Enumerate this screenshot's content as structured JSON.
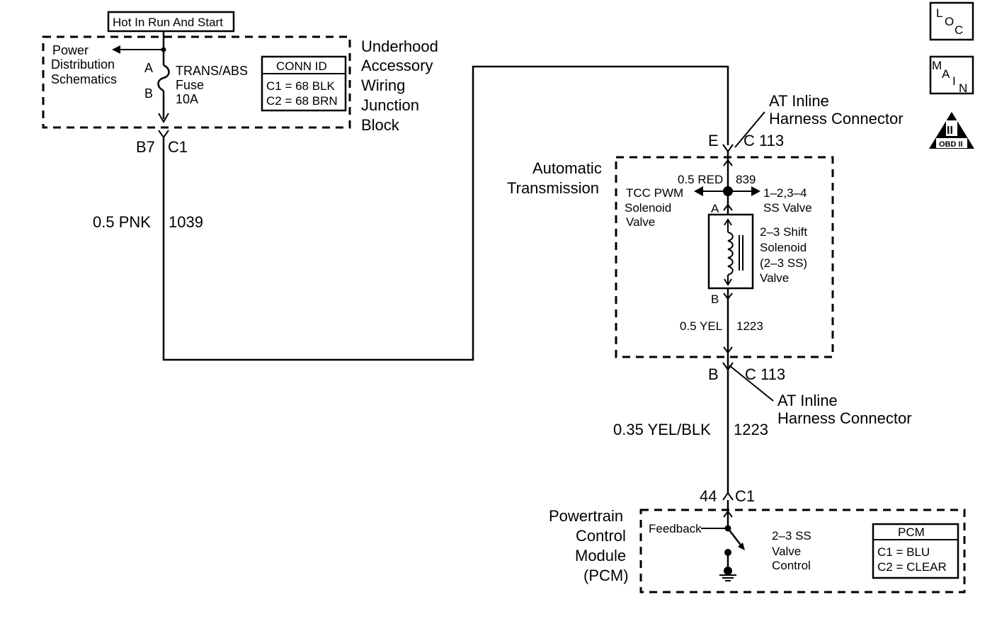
{
  "header": {
    "hot_in_run_and_start": "Hot In Run And Start"
  },
  "junction_block": {
    "power_distribution": [
      "Power",
      "Distribution",
      "Schematics"
    ],
    "terminal_a": "A",
    "terminal_b": "B",
    "fuse": [
      "TRANS/ABS",
      "Fuse",
      "10A"
    ],
    "conn_id": {
      "title": "CONN ID",
      "rows": [
        "C1 =  68 BLK",
        "C2 =  68 BRN"
      ]
    },
    "name": [
      "Underhood",
      "Accessory",
      "Wiring",
      "Junction",
      "Block"
    ]
  },
  "connector_b7": {
    "pin": "B7",
    "conn": "C1"
  },
  "wire_1039": {
    "size_color": "0.5 PNK",
    "circuit": "1039"
  },
  "connector_top": {
    "pin": "E",
    "conn": "C 113",
    "name": [
      "AT Inline",
      "Harness Connector"
    ]
  },
  "transmission": {
    "name": [
      "Automatic",
      "Transmission"
    ],
    "wire_839": {
      "size_color": "0.5 RED",
      "circuit": "839"
    },
    "tcc": [
      "TCC PWM",
      "Solenoid",
      "Valve"
    ],
    "ss_valve": [
      "1–2,3–4",
      "SS Valve"
    ],
    "pin_a": "A",
    "pin_b": "B",
    "shift_solenoid": [
      "2–3 Shift",
      "Solenoid",
      "(2–3 SS)",
      "Valve"
    ],
    "wire_1223_inner": {
      "size_color": "0.5 YEL",
      "circuit": "1223"
    }
  },
  "connector_bottom": {
    "pin": "B",
    "conn": "C 113",
    "name": [
      "AT Inline",
      "Harness Connector"
    ]
  },
  "wire_1223": {
    "size_color": "0.35 YEL/BLK",
    "circuit": "1223"
  },
  "connector_44": {
    "pin": "44",
    "conn": "C1"
  },
  "pcm": {
    "name": [
      "Powertrain",
      "Control",
      "Module",
      "(PCM)"
    ],
    "feedback": "Feedback",
    "control": [
      "2–3 SS",
      "Valve",
      "Control"
    ],
    "table": {
      "title": "PCM",
      "rows": [
        "C1 = BLU",
        "C2 = CLEAR"
      ]
    }
  },
  "badges": {
    "loc": {
      "l": "L",
      "o": "O",
      "c": "C"
    },
    "main": {
      "m": "M",
      "a": "A",
      "i": "I",
      "n": "N"
    },
    "obd": {
      "numeral": "II",
      "label": "OBD II"
    }
  }
}
